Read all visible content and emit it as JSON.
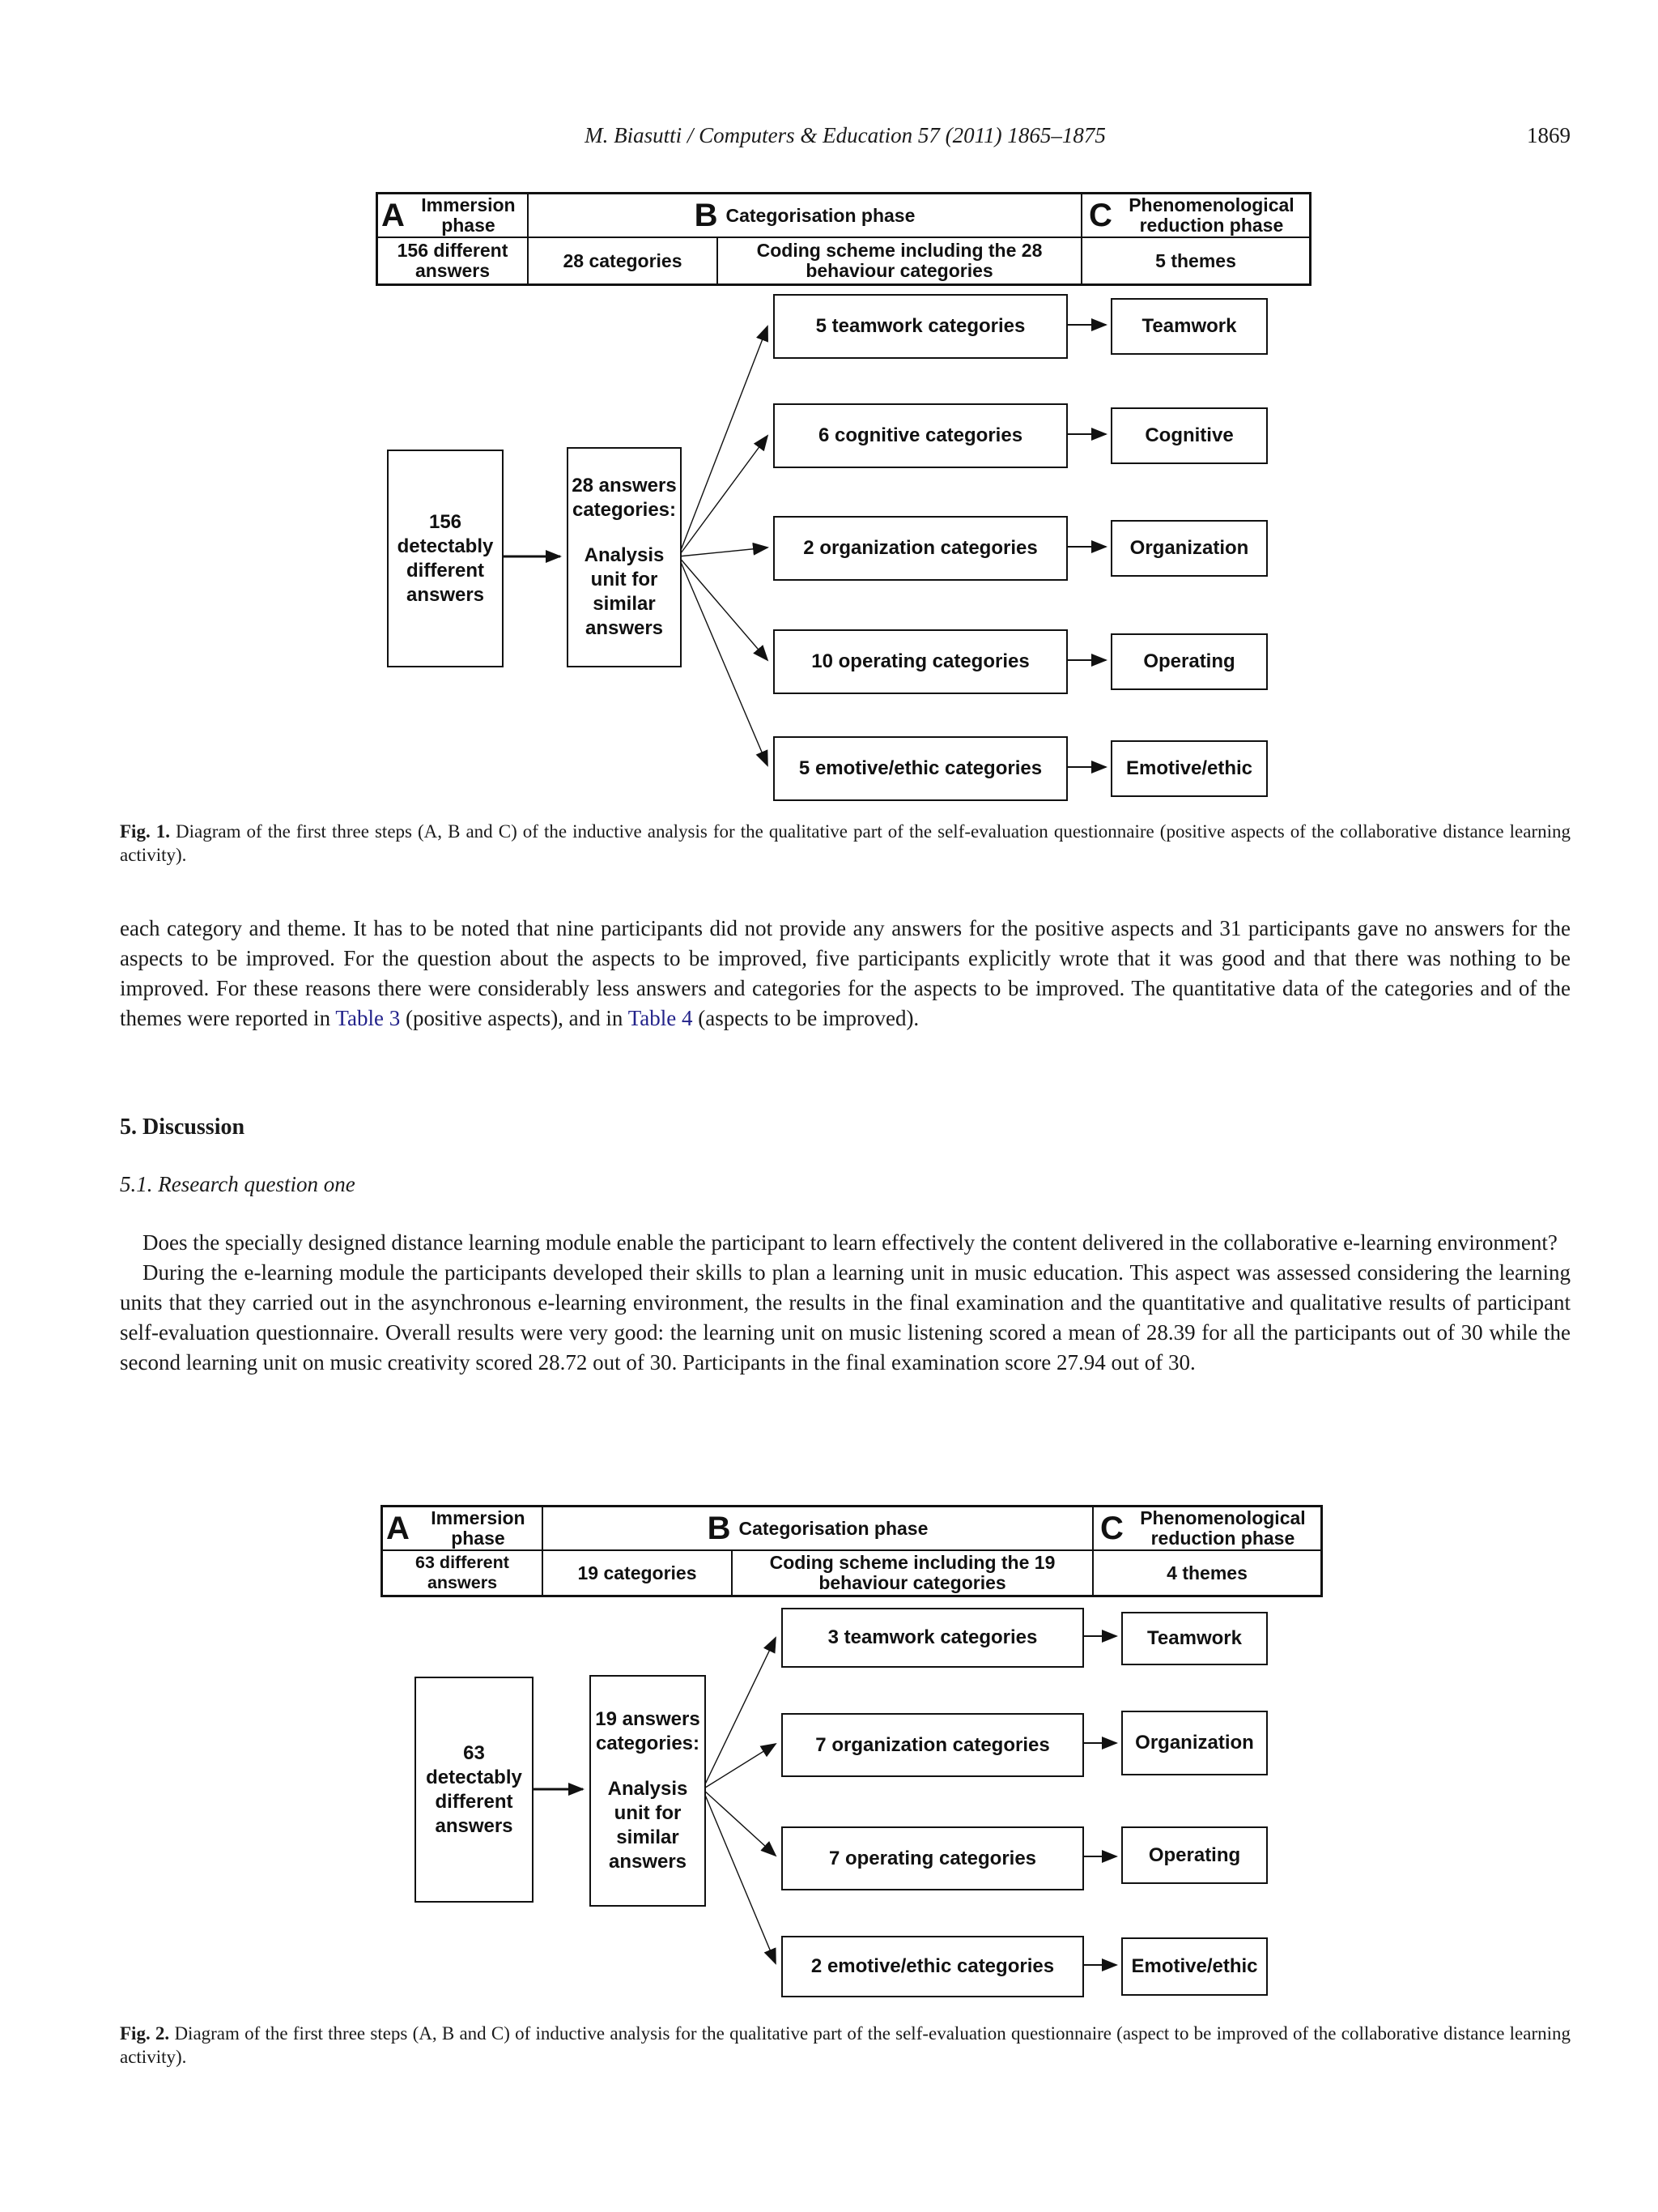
{
  "page": {
    "running_head": "M. Biasutti / Computers & Education 57 (2011) 1865–1875",
    "page_number": "1869"
  },
  "fig1": {
    "phase_a_letter": "A",
    "phase_a_title": "Immersion phase",
    "phase_b_letter": "B",
    "phase_b_title": "Categorisation phase",
    "phase_c_letter": "C",
    "phase_c_title": "Phenomenological reduction phase",
    "cell_answers": "156 different answers",
    "cell_categories": "28 categories",
    "cell_coding": "Coding scheme including the 28 behaviour categories",
    "cell_themes": "5 themes",
    "source_box": "156 detectably different answers",
    "analysis_top": "28 answers categories:",
    "analysis_bottom": "Analysis unit for similar answers",
    "categories": [
      "5 teamwork categories",
      "6 cognitive categories",
      "2 organization categories",
      "10 operating categories",
      "5 emotive/ethic categories"
    ],
    "themes": [
      "Teamwork",
      "Cognitive",
      "Organization",
      "Operating",
      "Emotive/ethic"
    ],
    "caption_label": "Fig. 1.",
    "caption_text": "Diagram of the first three steps (A, B and C) of the inductive analysis for the qualitative part of the self-evaluation questionnaire (positive aspects of the collaborative distance learning activity)."
  },
  "body": {
    "para1_part1": "each category and theme. It has to be noted that nine participants did not provide any answers for the positive aspects and 31 participants gave no answers for the aspects to be improved. For the question about the aspects to be improved, five participants explicitly wrote that it was good and that there was nothing to be improved. For these reasons there were considerably less answers and categories for the aspects to be improved. The quantitative data of the categories and of the themes were reported in ",
    "link_table3": "Table 3",
    "para1_part2": " (positive aspects), and in ",
    "link_table4": "Table 4",
    "para1_part3": " (aspects to be improved).",
    "section_heading": "5. Discussion",
    "subsection_heading": "5.1. Research question one",
    "para2": "Does the specially designed distance learning module enable the participant to learn effectively the content delivered in the collaborative e-learning environment?",
    "para3": "During the e-learning module the participants developed their skills to plan a learning unit in music education. This aspect was assessed considering the learning units that they carried out in the asynchronous e-learning environment, the results in the final examination and the quantitative and qualitative results of participant self-evaluation questionnaire. Overall results were very good: the learning unit on music listening scored a mean of 28.39 for all the participants out of 30 while the second learning unit on music creativity scored 28.72 out of 30. Participants in the final examination score 27.94 out of 30."
  },
  "fig2": {
    "phase_a_letter": "A",
    "phase_a_title": "Immersion phase",
    "phase_b_letter": "B",
    "phase_b_title": "Categorisation phase",
    "phase_c_letter": "C",
    "phase_c_title": "Phenomenological reduction phase",
    "cell_answers": "63 different answers",
    "cell_categories": "19 categories",
    "cell_coding": "Coding scheme including the 19 behaviour categories",
    "cell_themes": "4 themes",
    "source_box": "63 detectably different answers",
    "analysis_top": "19 answers categories:",
    "analysis_bottom": "Analysis unit for similar answers",
    "categories": [
      "3 teamwork categories",
      "7 organization categories",
      "7 operating categories",
      "2 emotive/ethic categories"
    ],
    "themes": [
      "Teamwork",
      "Organization",
      "Operating",
      "Emotive/ethic"
    ],
    "caption_label": "Fig. 2.",
    "caption_text": "Diagram of the first three steps (A, B and C) of inductive analysis for the qualitative part of the self-evaluation questionnaire (aspect to be improved of the collaborative distance learning activity)."
  }
}
